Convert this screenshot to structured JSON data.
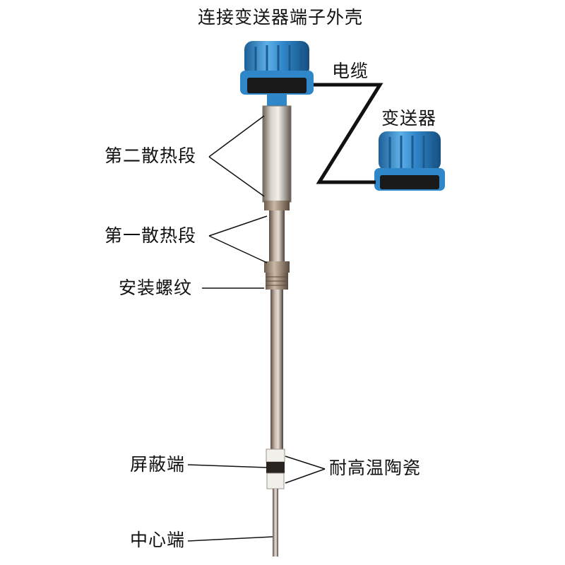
{
  "labels": {
    "housing": "连接变送器端子外壳",
    "cable": "电缆",
    "transmitter": "变送器",
    "heat_sink_2": "第二散热段",
    "heat_sink_1": "第一散热段",
    "thread": "安装螺纹",
    "shield_end": "屏蔽端",
    "ceramic": "耐高温陶瓷",
    "center_end": "中心端"
  },
  "colors": {
    "cap_blue": "#2f86c8",
    "cap_light": "#5fb0e8",
    "cap_dark": "#1c5f96",
    "base_dark": "#1a1a1a",
    "metal_light": "#d9d4cc",
    "metal_dark": "#6b625a",
    "ceramic_white": "#f2f0ea"
  }
}
